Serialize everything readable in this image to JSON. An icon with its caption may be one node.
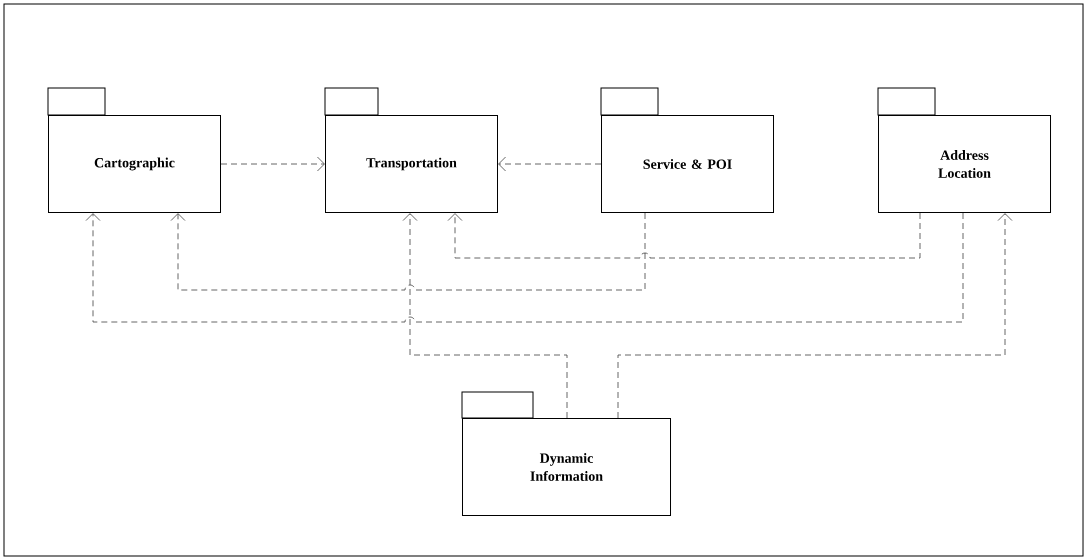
{
  "diagram": {
    "nodes": [
      {
        "text": [
          "Cartographic"
        ]
      },
      {
        "text": [
          "Transportation"
        ]
      },
      {
        "text": [
          "Service & POI"
        ]
      },
      {
        "text": [
          "Address Location"
        ]
      },
      {
        "text": [
          "Dynamic Information"
        ]
      }
    ],
    "edges": [
      {
        "from": 0,
        "to": 1,
        "arrow": "to",
        "style": "dashed"
      },
      {
        "from": 2,
        "to": 1,
        "arrow": "to",
        "style": "dashed"
      },
      {
        "from": 3,
        "to": 1,
        "arrow": "to",
        "style": "dashed"
      },
      {
        "from": 2,
        "to": 0,
        "arrow": "to",
        "style": "dashed"
      },
      {
        "from": 3,
        "to": 0,
        "arrow": "to",
        "style": "dashed"
      },
      {
        "from": 4,
        "to": 1,
        "arrow": "to",
        "style": "dashed"
      },
      {
        "from": 4,
        "to": 3,
        "arrow": "to",
        "style": "dashed"
      }
    ]
  }
}
